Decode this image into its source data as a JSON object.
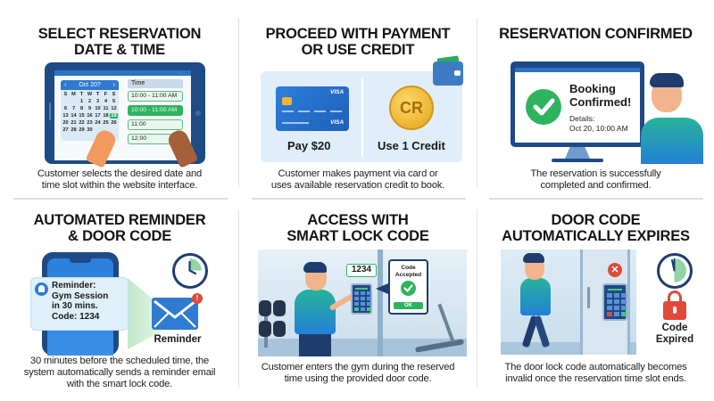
{
  "colors": {
    "primary_blue": "#2e7bd1",
    "navy": "#1e4a86",
    "success_green": "#2fb35f",
    "error_red": "#e04a3a",
    "coin_gold": "#e2a51c",
    "panel_bg": "#dfeefa"
  },
  "steps": [
    {
      "title_line1": "SELECT RESERVATION",
      "title_line2": "DATE & TIME",
      "calendar": {
        "month_label": "Oct 20?",
        "prev_icon": "‹",
        "next_icon": "›",
        "weekdays": [
          "S",
          "M",
          "T",
          "W",
          "T",
          "F",
          "S"
        ],
        "days": [
          "",
          "",
          "1",
          "2",
          "3",
          "4",
          "5",
          "6",
          "7",
          "8",
          "9",
          "10",
          "11",
          "12",
          "13",
          "14",
          "15",
          "16",
          "17",
          "18",
          "19",
          "20",
          "21",
          "22",
          "23",
          "24",
          "25",
          "26",
          "27",
          "28",
          "29",
          "30",
          "",
          "",
          ""
        ],
        "selected_day": "19"
      },
      "time_header": "Time",
      "time_slots": [
        "10:00 - 11:00 AM",
        "10:00 - 11:00 AM",
        "11:00",
        "12:00"
      ],
      "selected_slot_index": 1,
      "caption_line1": "Customer selects the desired date and",
      "caption_line2": "time slot within the website interface."
    },
    {
      "title_line1": "PROCEED WITH PAYMENT",
      "title_line2": "OR USE CREDIT",
      "card_brand": "VISA",
      "pay_label": "Pay $20",
      "coin_label": "CR",
      "credit_label": "Use 1 Credit",
      "caption_line1": "Customer makes payment via card or",
      "caption_line2": "uses available reservation credit to book."
    },
    {
      "title_line1": "RESERVATION CONFIRMED",
      "confirm_line1": "Booking",
      "confirm_line2": "Confirmed!",
      "details_label": "Details:",
      "details_value": "Oct 20, 10:00 AM",
      "caption_line1": "The reservation is successfully",
      "caption_line2": "completed and confirmed."
    },
    {
      "title_line1": "AUTOMATED REMINDER",
      "title_line2": "& DOOR CODE",
      "notification": [
        "Reminder:",
        "Gym Session",
        "in 30 mins.",
        "Code: 1234"
      ],
      "alert_mark": "!",
      "email_label": "Reminder",
      "caption_line1": "30 minutes before the scheduled time, the",
      "caption_line2": "system automatically sends a reminder email",
      "caption_line3": "with the smart lock code."
    },
    {
      "title_line1": "ACCESS WITH",
      "title_line2": "SMART LOCK CODE",
      "code": "1234",
      "accepted_line1": "Code",
      "accepted_line2": "Accepted",
      "ok_label": "OK",
      "caption_line1": "Customer enters the gym during the reserved",
      "caption_line2": "time using the provided door code."
    },
    {
      "title_line1": "DOOR CODE",
      "title_line2": "AUTOMATICALLY EXPIRES",
      "x_mark": "✕",
      "expired_line1": "Code",
      "expired_line2": "Expired",
      "caption_line1": "The door lock code automatically becomes",
      "caption_line2": "invalid once the reservation time slot ends."
    }
  ]
}
